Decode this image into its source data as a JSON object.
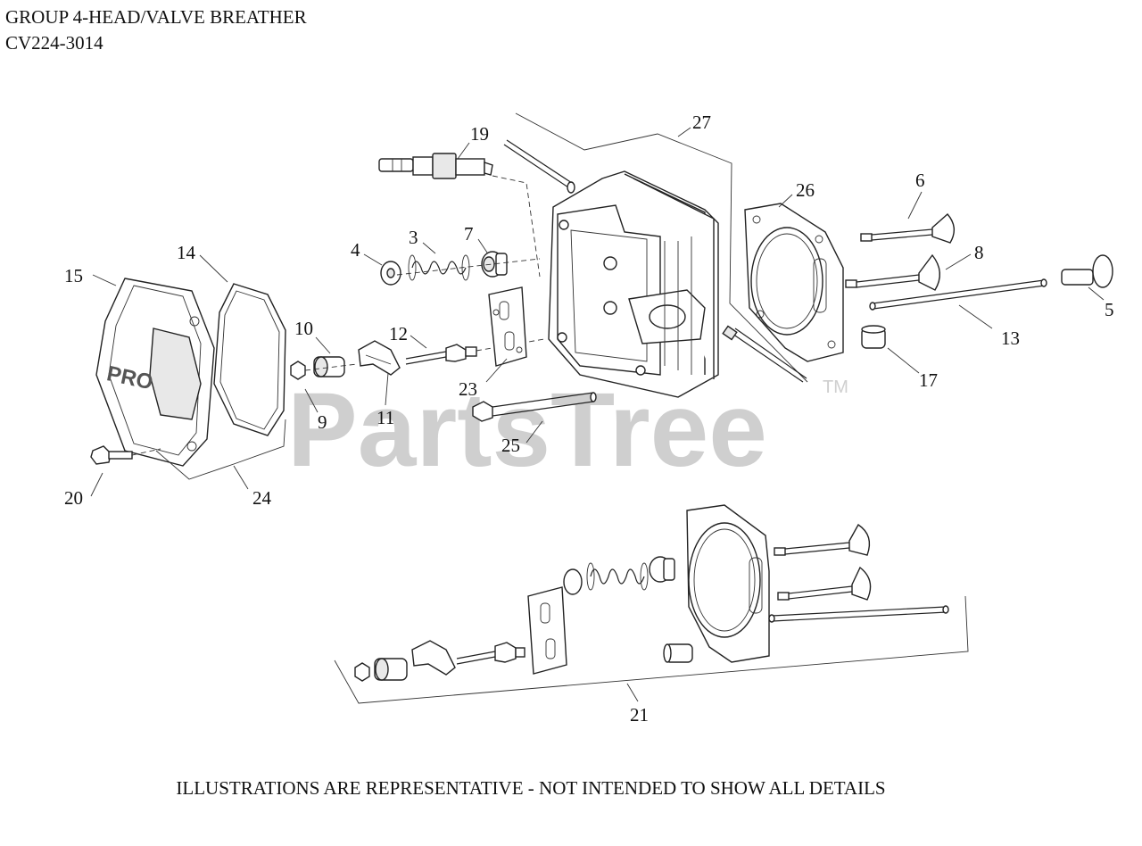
{
  "header": {
    "title": "GROUP 4-HEAD/VALVE BREATHER",
    "model": "CV224-3014"
  },
  "watermark": {
    "text": "PartsTree",
    "mark": "TM",
    "color": "#cfcfcf"
  },
  "embossed_logo": "PRO",
  "callouts": {
    "c27": "27",
    "c19": "19",
    "c26": "26",
    "c6": "6",
    "c4": "4",
    "c3": "3",
    "c7": "7",
    "c8": "8",
    "c15": "15",
    "c14": "14",
    "c5": "5",
    "c13": "13",
    "c10": "10",
    "c12": "12",
    "c17": "17",
    "c23": "23",
    "c9": "9",
    "c11": "11",
    "c25": "25",
    "c20": "20",
    "c24": "24",
    "c21": "21"
  },
  "footer": {
    "note": "ILLUSTRATIONS ARE REPRESENTATIVE - NOT INTENDED TO SHOW ALL DETAILS"
  }
}
